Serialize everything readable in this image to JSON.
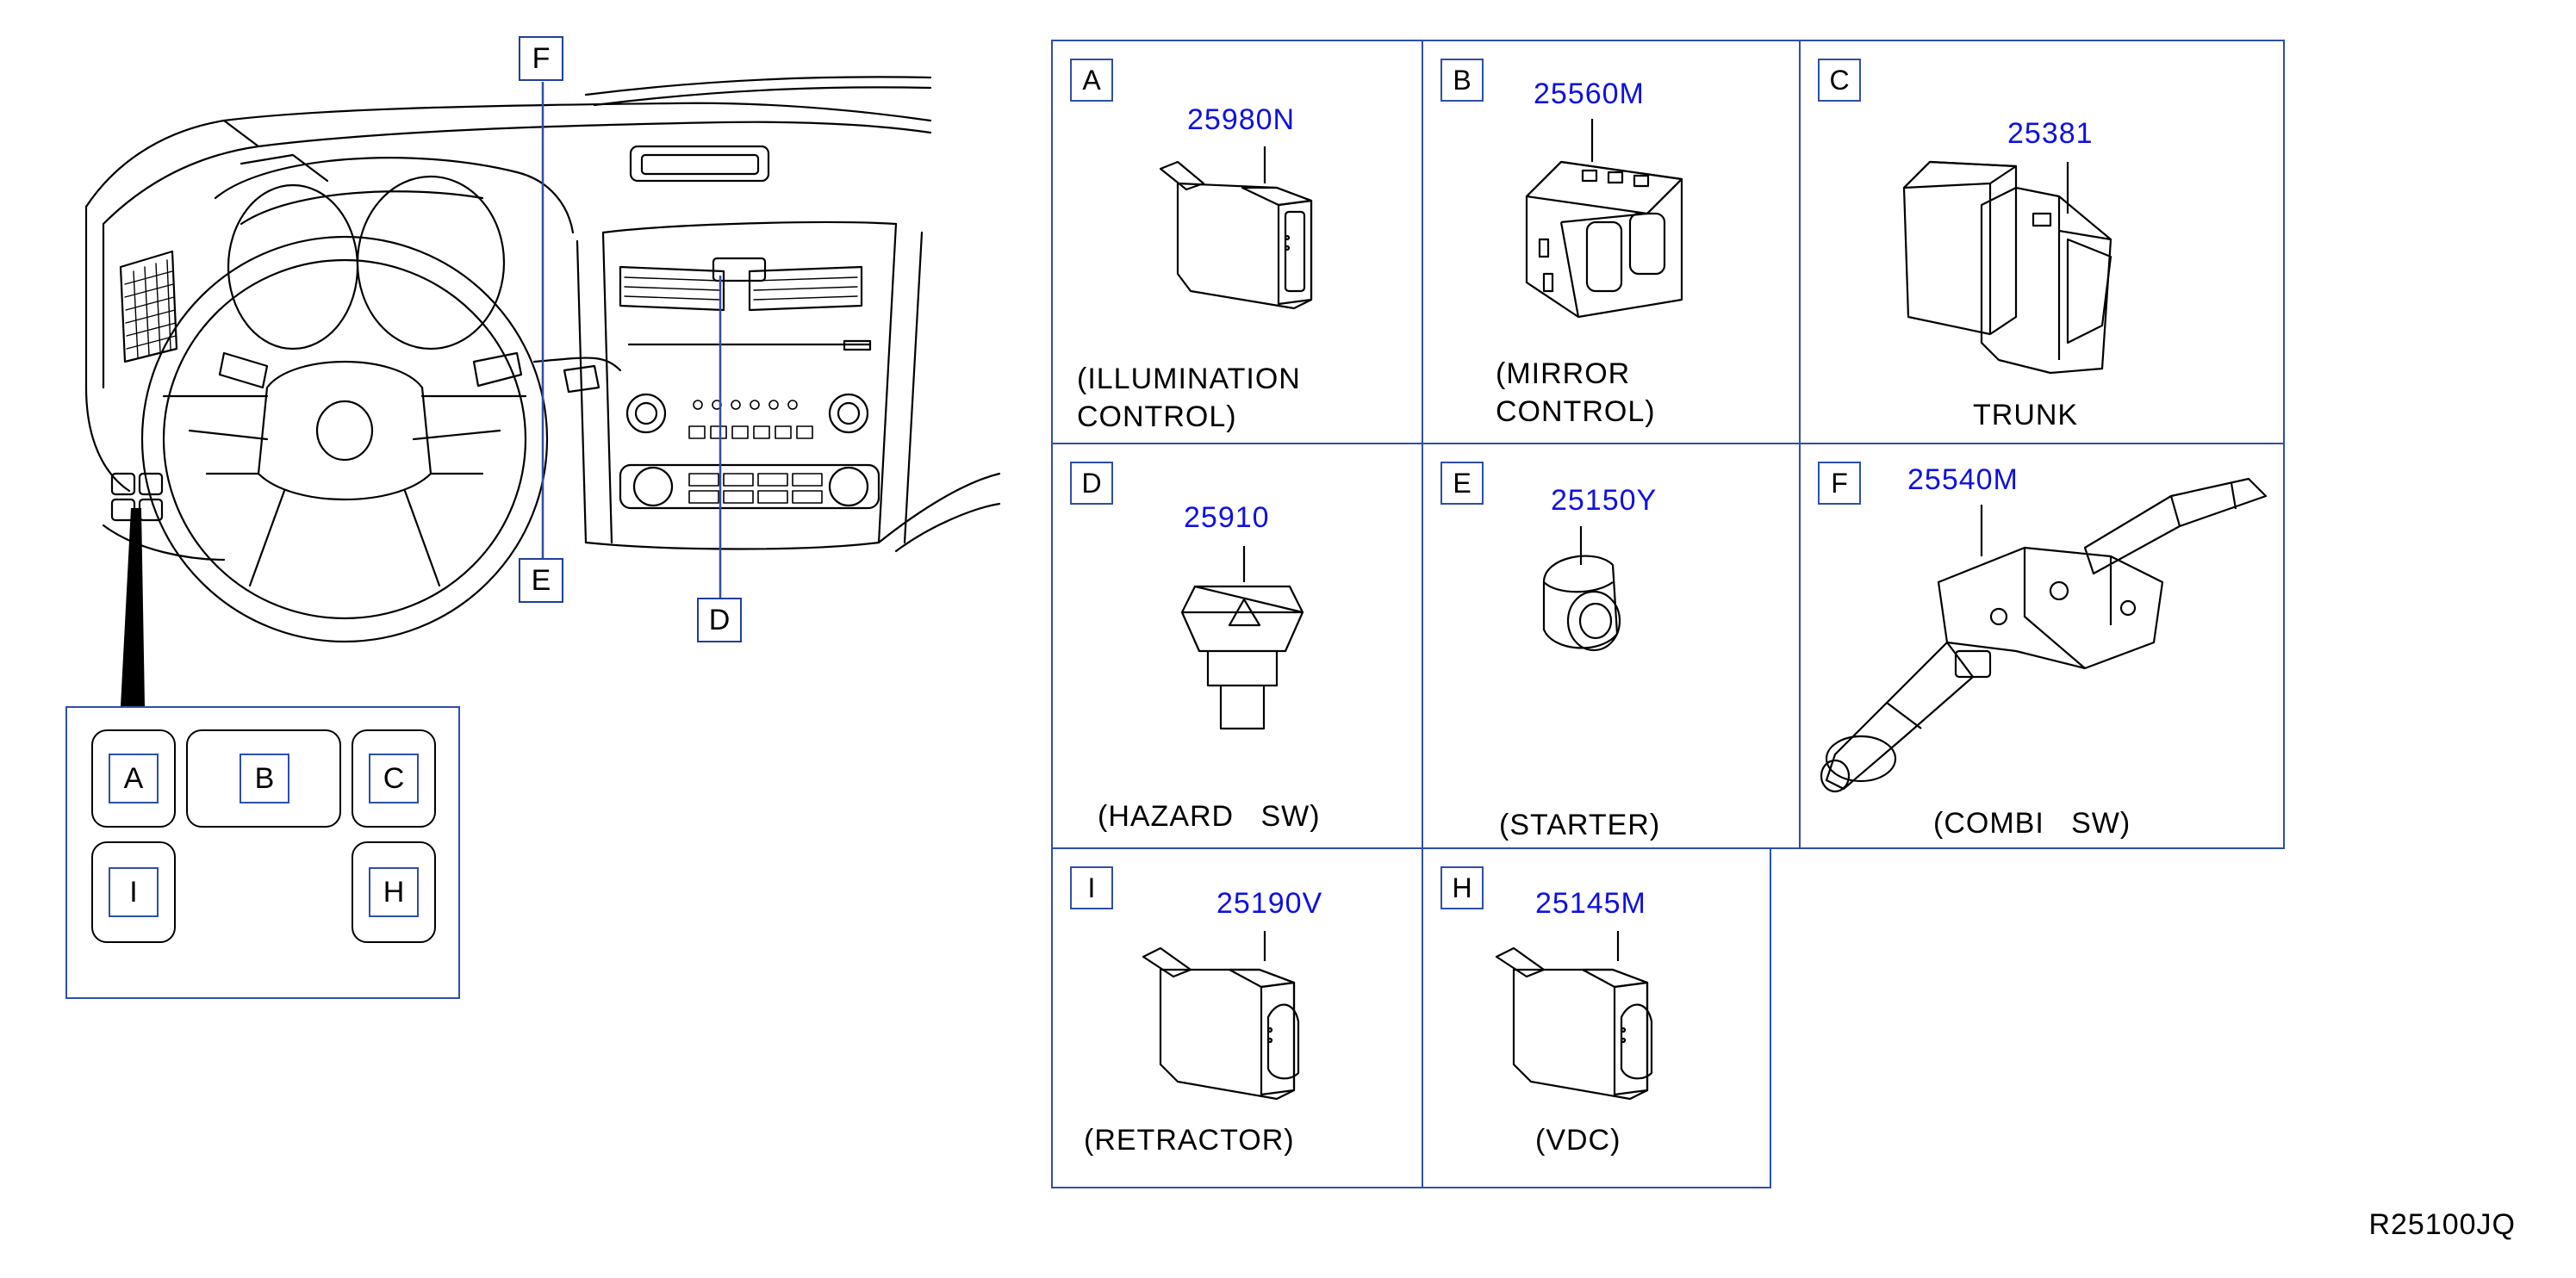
{
  "callouts": {
    "F": "F",
    "E": "E",
    "D": "D"
  },
  "keypad": {
    "A": "A",
    "B": "B",
    "C": "C",
    "I": "I",
    "H": "H"
  },
  "parts": [
    {
      "tag": "A",
      "number": "25980N",
      "caption": "(ILLUMINATION\nCONTROL)"
    },
    {
      "tag": "B",
      "number": "25560M",
      "caption": "(MIRROR\nCONTROL)"
    },
    {
      "tag": "C",
      "number": "25381",
      "caption": "TRUNK"
    },
    {
      "tag": "D",
      "number": "25910",
      "caption": "(HAZARD   SW)"
    },
    {
      "tag": "E",
      "number": "25150Y",
      "caption": "(STARTER)"
    },
    {
      "tag": "F",
      "number": "25540M",
      "caption": "(COMBI   SW)"
    },
    {
      "tag": "I",
      "number": "25190V",
      "caption": "(RETRACTOR)"
    },
    {
      "tag": "H",
      "number": "25145M",
      "caption": "(VDC)"
    }
  ],
  "diagram_ref": "R25100JQ",
  "colors": {
    "frame": "#2e4fa8",
    "part_number": "#1010e0",
    "line": "#000000"
  }
}
